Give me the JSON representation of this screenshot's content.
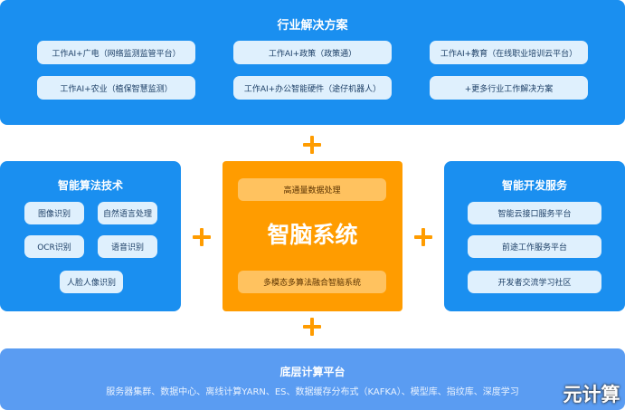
{
  "industry": {
    "title": "行业解决方案",
    "items": [
      "工作AI+广电（网络监测监管平台）",
      "工作AI+政策（政策通）",
      "工作AI+教育（在线职业培训云平台）",
      "工作AI+农业（植保智慧监测）",
      "工作AI+办公智能硬件（途仔机器人）",
      "+更多行业工作解决方案"
    ]
  },
  "algorithms": {
    "title": "智能算法技术",
    "items": [
      "图像识别",
      "自然语言处理",
      "OCR识别",
      "语音识别",
      "人脸人像识别"
    ]
  },
  "core": {
    "title": "智脑系统",
    "top": "高通量数据处理",
    "bottom": "多模态多算法融合智脑系统"
  },
  "dev": {
    "title": "智能开发服务",
    "items": [
      "智能云接口服务平台",
      "前途工作服务平台",
      "开发者交流学习社区"
    ]
  },
  "base": {
    "title": "底层计算平台",
    "desc": "服务器集群、数据中心、离线计算YARN、ES、数据缓存分布式（KAFKA）、模型库、指纹库、深度学习"
  },
  "watermark": "元计算",
  "colors": {
    "blue": "#1a8ff0",
    "light_pill": "#dff0fd",
    "orange": "#ff9c00",
    "base": "#5a9cf2"
  }
}
